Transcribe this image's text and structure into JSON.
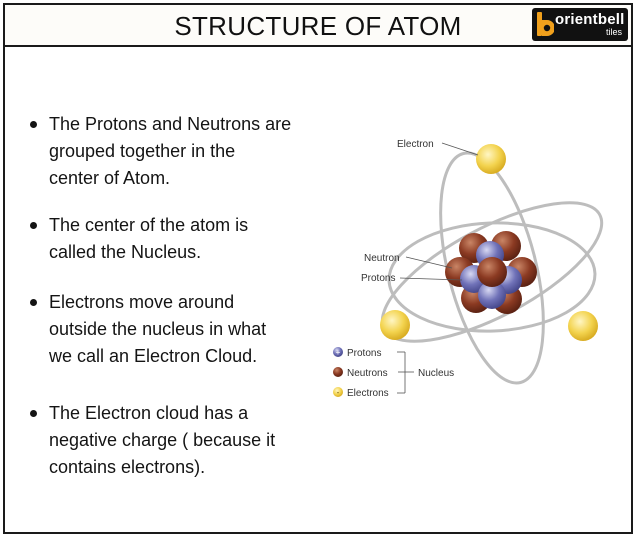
{
  "header": {
    "title": "STRUCTURE OF ATOM",
    "logo_text": "orientbell",
    "logo_subtext": "tiles"
  },
  "bullets": [
    {
      "text": "The Protons and Neutrons are\ngrouped together in the\ncenter of Atom."
    },
    {
      "text": "The center of the atom is\ncalled the Nucleus."
    },
    {
      "text": "Electrons move around\noutside the nucleus in what\nwe call an Electron Cloud."
    },
    {
      "text": "The Electron cloud has a\nnegative charge ( because it\ncontains electrons)."
    }
  ],
  "diagram": {
    "labels": {
      "electron": "Electron",
      "neutron": "Neutron",
      "protons": "Protons"
    },
    "legend": {
      "items": [
        {
          "label": "Protons",
          "symbol": "+",
          "color": "#6d6fb0"
        },
        {
          "label": "Neutrons",
          "symbol": "",
          "color": "#8a3b22"
        },
        {
          "label": "Electrons",
          "symbol": "-",
          "color": "#f2d24a"
        }
      ],
      "group_label": "Nucleus"
    },
    "colors": {
      "orbit": "#b9b9b9",
      "electron": "#f3d34e",
      "proton": "#7072b8",
      "neutron": "#8b3a22",
      "logo_accent": "#f0a01c"
    }
  }
}
